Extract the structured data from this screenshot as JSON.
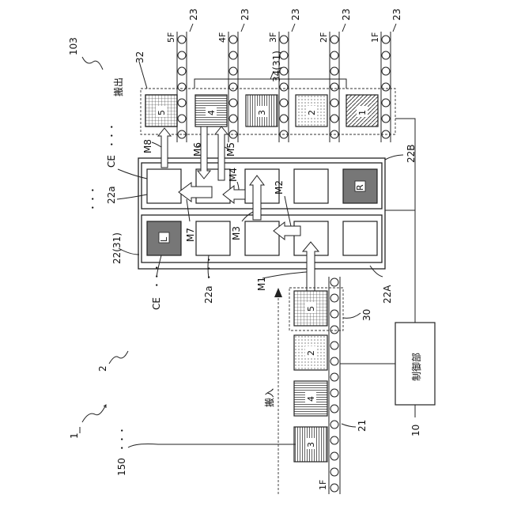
{
  "labels": {
    "fig_ref": "103",
    "system": "1",
    "subsystem": "2",
    "controller": "制御部",
    "controller_ref": "10",
    "unload": "搬出",
    "load": "搬入",
    "in_conveyor": "21",
    "in_buffer": "30",
    "out_group": "34(31)",
    "out_buffer": "32",
    "shelf_group": "22(31)",
    "shelf_A": "22A",
    "shelf_B": "22B",
    "cell_ref": "22a",
    "end_cell": "CE",
    "articles": "150",
    "dots": "・・・",
    "conv_ref": "23",
    "left_mark": "L",
    "right_mark": "R"
  },
  "floors": [
    "5F",
    "4F",
    "3F",
    "2F",
    "1F"
  ],
  "moves": [
    "M1",
    "M2",
    "M3",
    "M4",
    "M5",
    "M6",
    "M7",
    "M8"
  ],
  "out_items": [
    "5",
    "4",
    "3",
    "2",
    "1"
  ],
  "in_items": [
    "5",
    "2",
    "4",
    "3"
  ],
  "in_floor": "1F"
}
